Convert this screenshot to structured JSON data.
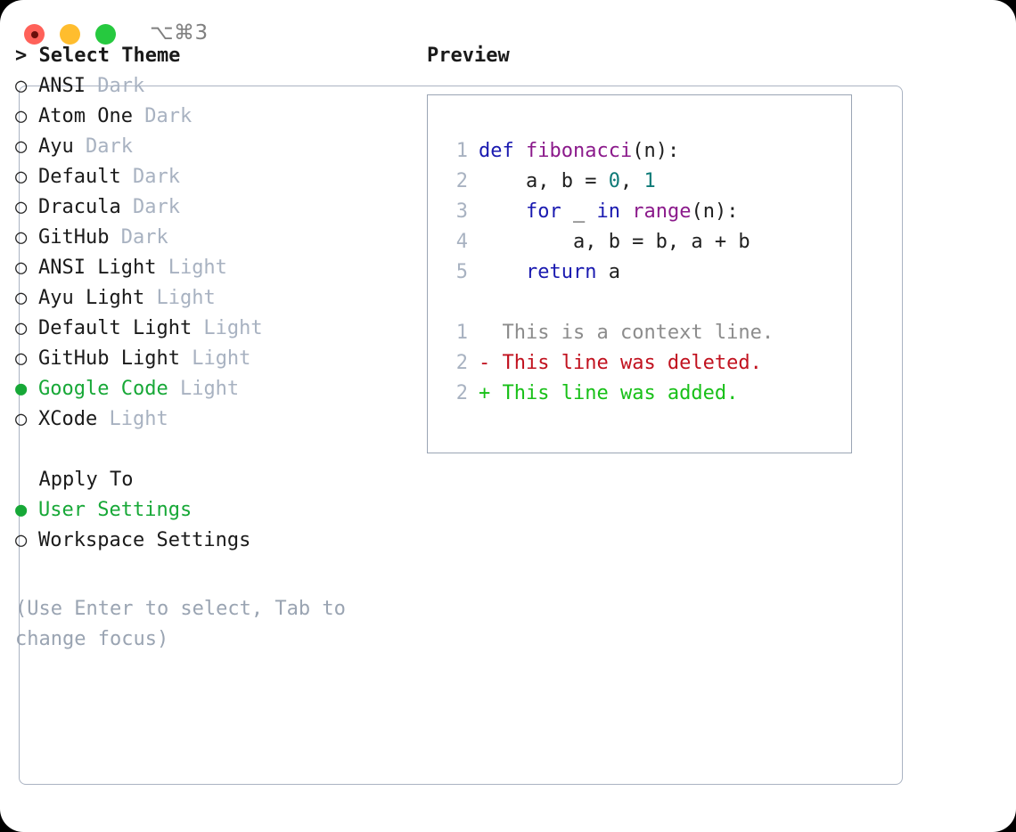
{
  "window": {
    "shortcut_label": "⌥⌘3",
    "traffic_lights": [
      {
        "name": "close",
        "color": "#ff6159"
      },
      {
        "name": "minimize",
        "color": "#ffbd2e"
      },
      {
        "name": "maximize",
        "color": "#26c93f"
      }
    ]
  },
  "theme_picker": {
    "header": "> Select Theme",
    "bullet_selected": "●",
    "bullet_unselected": "○",
    "options": [
      {
        "name": "ANSI",
        "variant": "Dark",
        "selected": false
      },
      {
        "name": "Atom One",
        "variant": "Dark",
        "selected": false
      },
      {
        "name": "Ayu",
        "variant": "Dark",
        "selected": false
      },
      {
        "name": "Default",
        "variant": "Dark",
        "selected": false
      },
      {
        "name": "Dracula",
        "variant": "Dark",
        "selected": false
      },
      {
        "name": "GitHub",
        "variant": "Dark",
        "selected": false
      },
      {
        "name": "ANSI Light",
        "variant": "Light",
        "selected": false
      },
      {
        "name": "Ayu Light",
        "variant": "Light",
        "selected": false
      },
      {
        "name": "Default Light",
        "variant": "Light",
        "selected": false
      },
      {
        "name": "GitHub Light",
        "variant": "Light",
        "selected": false
      },
      {
        "name": "Google Code",
        "variant": "Light",
        "selected": true
      },
      {
        "name": "XCode",
        "variant": "Light",
        "selected": false
      }
    ]
  },
  "apply_to": {
    "header": "  Apply To",
    "options": [
      {
        "name": "User Settings",
        "selected": true
      },
      {
        "name": "Workspace Settings",
        "selected": false
      }
    ]
  },
  "hint": "(Use Enter to select, Tab to change focus)",
  "preview": {
    "title": "Preview",
    "code_lines": [
      {
        "num": "1",
        "tokens": [
          {
            "t": "def",
            "c": "kw"
          },
          {
            "t": " ",
            "c": "plain"
          },
          {
            "t": "fibonacci",
            "c": "fn"
          },
          {
            "t": "(n):",
            "c": "plain"
          }
        ]
      },
      {
        "num": "2",
        "tokens": [
          {
            "t": "    a, b = ",
            "c": "plain"
          },
          {
            "t": "0",
            "c": "num"
          },
          {
            "t": ", ",
            "c": "plain"
          },
          {
            "t": "1",
            "c": "num"
          }
        ]
      },
      {
        "num": "3",
        "tokens": [
          {
            "t": "    ",
            "c": "plain"
          },
          {
            "t": "for",
            "c": "kw"
          },
          {
            "t": " _ ",
            "c": "plain"
          },
          {
            "t": "in",
            "c": "kw"
          },
          {
            "t": " ",
            "c": "plain"
          },
          {
            "t": "range",
            "c": "fn"
          },
          {
            "t": "(n):",
            "c": "plain"
          }
        ]
      },
      {
        "num": "4",
        "tokens": [
          {
            "t": "        a, b = b, a + b",
            "c": "plain"
          }
        ]
      },
      {
        "num": "5",
        "tokens": [
          {
            "t": "    ",
            "c": "plain"
          },
          {
            "t": "return",
            "c": "kw"
          },
          {
            "t": " a",
            "c": "plain"
          }
        ]
      }
    ],
    "diff_lines": [
      {
        "num": "1",
        "marker": "  ",
        "text": "This is a context line.",
        "kind": "ctx"
      },
      {
        "num": "2",
        "marker": "- ",
        "text": "This line was deleted.",
        "kind": "del"
      },
      {
        "num": "2",
        "marker": "+ ",
        "text": "This line was added.",
        "kind": "add"
      }
    ]
  }
}
